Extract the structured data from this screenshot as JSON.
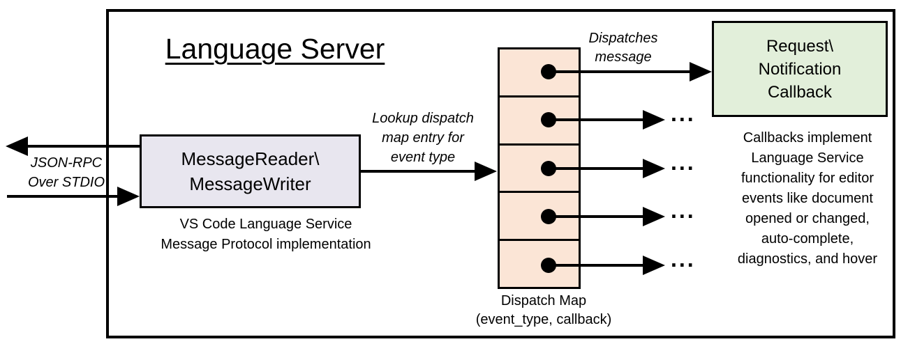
{
  "diagram": {
    "title": "Language Server",
    "json_rpc_label": {
      "line1": "JSON-RPC",
      "line2": "Over STDIO"
    },
    "message_box": {
      "line1": "MessageReader\\",
      "line2": "MessageWriter"
    },
    "message_box_caption": {
      "line1": "VS Code Language Service",
      "line2": "Message Protocol implementation"
    },
    "lookup_label": {
      "line1": "Lookup dispatch",
      "line2": "map entry for",
      "line3": "event type"
    },
    "dispatches_label": {
      "line1": "Dispatches",
      "line2": "message"
    },
    "callback_box": {
      "line1": "Request\\",
      "line2": "Notification",
      "line3": "Callback"
    },
    "dispatch_map_caption": {
      "line1": "Dispatch Map",
      "line2": "(event_type, callback)"
    },
    "callbacks_note": {
      "lines": [
        "Callbacks implement",
        "Language Service",
        "functionality for editor",
        "events like document",
        "opened or changed,",
        "auto-complete,",
        "diagnostics, and hover"
      ]
    },
    "ellipsis": "...",
    "dispatch_map": {
      "cell_count": 5
    },
    "colors": {
      "message_box_fill": "#E8E6EF",
      "dispatch_cell_fill": "#FBE5D6",
      "callback_box_fill": "#E2EFDA",
      "line_color": "#000000",
      "background": "#FFFFFF"
    }
  }
}
